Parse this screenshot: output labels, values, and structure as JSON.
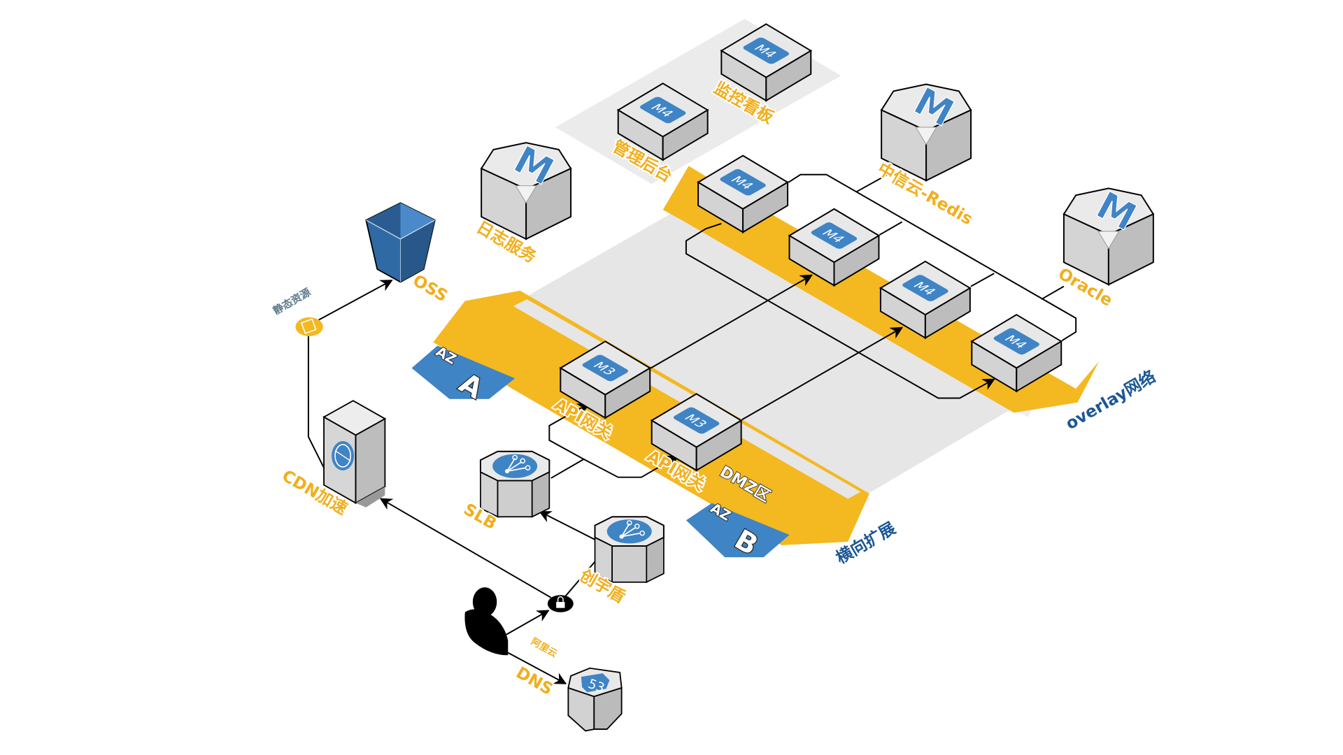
{
  "colors": {
    "zone_yellow": "#F4B820",
    "zone_gray": "#E6E6E6",
    "accent_blue": "#3F84C5",
    "label_orange": "#F2AE1C",
    "label_blue": "#1B5797"
  },
  "zones": {
    "dmz": "DMZ区",
    "az_a": {
      "prefix": "AZ",
      "letter": "A"
    },
    "az_b": {
      "prefix": "AZ",
      "letter": "B"
    },
    "overlay": "overlay网络",
    "scale_out": "横向扩展"
  },
  "nodes": {
    "monitor": {
      "badge": "M4",
      "label": "监控看板"
    },
    "admin": {
      "badge": "M4",
      "label": "管理后台"
    },
    "m4_1": {
      "badge": "M4"
    },
    "m4_2": {
      "badge": "M4"
    },
    "m4_3": {
      "badge": "M4"
    },
    "m4_4": {
      "badge": "M4"
    },
    "api_gw_a": {
      "badge": "M3",
      "label": "API网关"
    },
    "api_gw_b": {
      "badge": "M3",
      "label": "API网关"
    },
    "log": {
      "badge": "M",
      "label": "日志服务"
    },
    "redis": {
      "badge": "M",
      "label": "中信云-Redis"
    },
    "oracle": {
      "badge": "M",
      "label": "Oracle"
    },
    "oss": {
      "label": "OSS",
      "icon": "bucket-icon"
    },
    "static": {
      "label": "静态资源",
      "icon": "document-icon"
    },
    "cdn": {
      "label": "CDN加速",
      "icon": "globe-icon"
    },
    "slb": {
      "label": "SLB",
      "icon": "load-balancer-icon"
    },
    "shield": {
      "label": "创宇盾",
      "icon": "load-balancer-icon"
    },
    "dns": {
      "vendor": "阿里云",
      "label": "DNS",
      "badge": "53"
    },
    "user": {
      "icon": "user-icon"
    },
    "lock": {
      "icon": "lock-icon"
    }
  }
}
